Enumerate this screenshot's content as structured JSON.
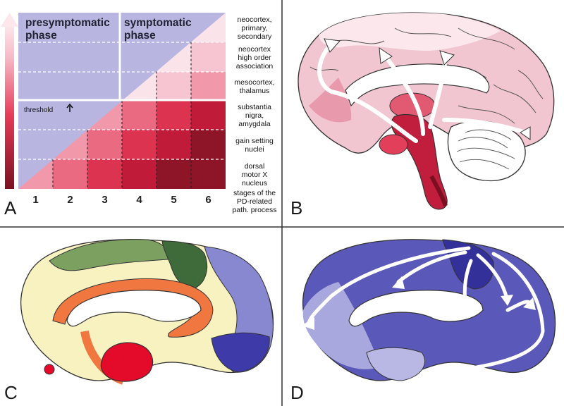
{
  "panels": {
    "a": {
      "letter": "A",
      "phase_left": [
        "presymptomatic",
        "phase"
      ],
      "phase_right": [
        "symptomatic",
        "phase"
      ],
      "threshold": "threshold",
      "rows": [
        {
          "lines": [
            "neocortex,",
            "primary,",
            "secondary"
          ]
        },
        {
          "lines": [
            "neocortex",
            "high order",
            "association"
          ]
        },
        {
          "lines": [
            "mesocortex,",
            "thalamus"
          ]
        },
        {
          "lines": [
            "substantia",
            "nigra,",
            "amygdala"
          ]
        },
        {
          "lines": [
            "gain setting",
            "nuclei"
          ]
        },
        {
          "lines": [
            "dorsal",
            "motor X",
            "nucleus"
          ]
        }
      ],
      "stages": [
        "1",
        "2",
        "3",
        "4",
        "5",
        "6"
      ],
      "stage_caption": [
        "stages of the",
        "PD-related",
        "path. process"
      ]
    },
    "b": {
      "letter": "B"
    },
    "c": {
      "letter": "C"
    },
    "d": {
      "letter": "D"
    }
  },
  "colors": {
    "background_blue": "#b8b6e0",
    "pale_pink": "#f6d3dc",
    "mid_red": "#e8405a",
    "deep_red": "#9c1830",
    "panel_c_yellow": "#f7f2c0",
    "panel_c_green": "#7ba060",
    "panel_c_dark_green": "#3f6b3a",
    "panel_c_orange": "#f07840",
    "panel_d_blue": "#5a58b8",
    "panel_d_dark_blue": "#33309a"
  }
}
